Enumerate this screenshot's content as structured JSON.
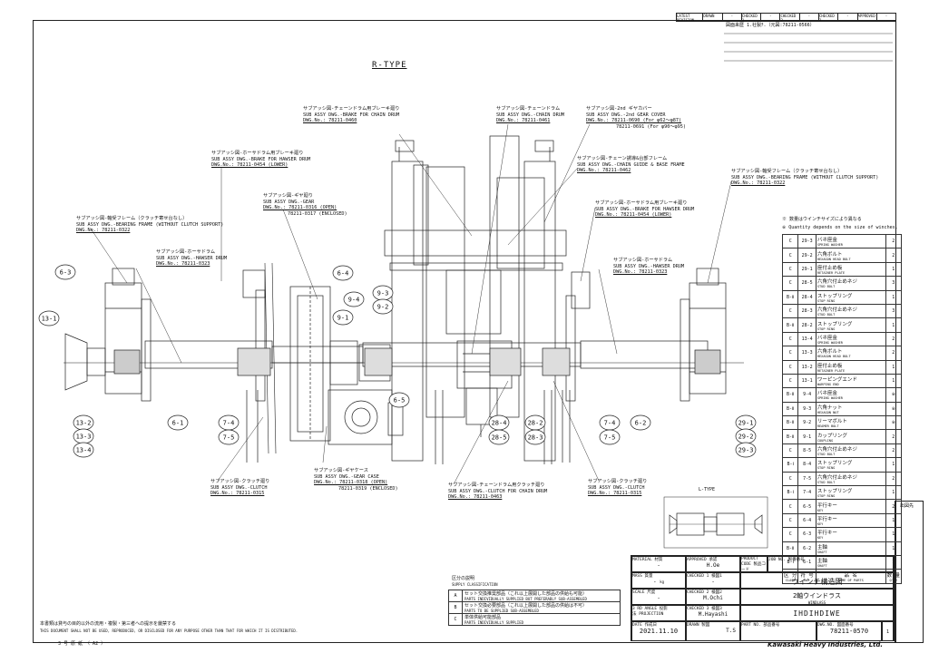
{
  "top_header": {
    "cells": [
      "LATEST REVISION",
      "DRAWN",
      "-",
      "CHECKED 1",
      "-",
      "CHECKED 2",
      "-",
      "CHECKED 3",
      "-",
      "APPROVED",
      "-"
    ]
  },
  "revision_note": "図面来歴 1.社製ﾁ.（元図:78211-0566）",
  "view_title": "R-TYPE",
  "callouts": [
    {
      "jp": "サブアッシ図-チェーンドラム用ブレーキ廻り",
      "en": "SUB ASSY DWG.-BRAKE FOR CHAIN DRUM",
      "dwg": "DWG.No.: 78211-0460"
    },
    {
      "jp": "サブアッシ図-チェーンドラム",
      "en": "SUB ASSY DWG.-CHAIN DRUM",
      "dwg": "DWG.No.: 78211-0461"
    },
    {
      "jp": "サブアッシ図-2nd ギヤカバー",
      "en": "SUB ASSY DWG.-2nd GEAR COVER",
      "dwg": "DWG.No.: 78211-0690 (For φ62～φ87)",
      "dwg2": "78211-0691 (For φ90～φ95)"
    },
    {
      "jp": "サブアッシ図-ホーサドラム用ブレーキ廻り",
      "en": "SUB ASSY DWG.-BRAKE FOR HAWSER DRUM",
      "dwg": "DWG.No.: 78211-0454 (LOWER)"
    },
    {
      "jp": "サブアッシ図-チェーン誘導&台部フレーム",
      "en": "SUB ASSY DWG.-CHAIN GUIDE & BASE FRAME",
      "dwg": "DWG.No.: 78211-0462"
    },
    {
      "jp": "サブアッシ図-軸受フレーム（クラッチ寄せ台なし）",
      "en": "SUB ASSY DWG.-BEARING FRAME (WITHOUT CLUTCH SUPPORT)",
      "dwg": "DWG.No.: 78211-0322"
    },
    {
      "jp": "サブアッシ図-ギヤ廻り",
      "en": "SUB ASSY DWG.-GEAR",
      "dwg": "DWG.No.: 78211-0316 (OPEN)",
      "dwg2": "78211-0317 (ENCLOSED)"
    },
    {
      "jp": "サブアッシ図-ホーサドラム用ブレーキ廻り",
      "en": "SUB ASSY DWG.-BRAKE FOR HAWSER DRUM",
      "dwg": "DWG.No.: 78211-0454 (LOWER)"
    },
    {
      "jp": "サブアッシ図-軸受フレーム（クラッチ寄せ台なし）",
      "en": "SUB ASSY DWG.-BEARING FRAME (WITHOUT CLUTCH SUPPORT)",
      "dwg": "DWG.No.: 78211-0322"
    },
    {
      "jp": "サブアッシ図-ホーサドラム",
      "en": "SUB ASSY DWG.-HAWSER DRUM",
      "dwg": "DWG.No.: 78211-0323"
    },
    {
      "jp": "サブアッシ図-ホーサドラム",
      "en": "SUB ASSY DWG.-HAWSER DRUM",
      "dwg": "DWG.No.: 78211-0323"
    },
    {
      "jp": "サブアッシ図-ギヤケース",
      "en": "SUB ASSY DWG.-GEAR CASE",
      "dwg": "DWG.No.: 78211-0318 (OPEN)",
      "dwg2": "78211-0319 (ENCLOSED)"
    },
    {
      "jp": "サブアッシ図-クラッチ廻り",
      "en": "SUB ASSY DWG.-CLUTCH",
      "dwg": "DWG.No.: 78211-0315"
    },
    {
      "jp": "サブアッシ図-チェーンドラム用クラッチ廻り",
      "en": "SUB ASSY DWG.-CLUTCH FOR CHAIN DRUM",
      "dwg": "DWG.No.: 78211-0463"
    },
    {
      "jp": "サブアッシ図-クラッチ廻り",
      "en": "SUB ASSY DWG.-CLUTCH",
      "dwg": "DWG.No.: 78211-0315"
    }
  ],
  "balloons": [
    "6-3",
    "13-1",
    "6-4",
    "9-4",
    "9-3",
    "9-2",
    "9-1",
    "6-5",
    "13-2",
    "13-3",
    "13-4",
    "6-1",
    "7-4",
    "7-5",
    "28-4",
    "28-5",
    "28-2",
    "28-3",
    "7-4",
    "7-5",
    "6-2",
    "29-1",
    "29-2",
    "29-3"
  ],
  "quantity_note": {
    "jp": "※ 数量はウインチサイズにより異なる",
    "en": "※ Quantity depends on the size of winches."
  },
  "parts": [
    {
      "cls": "C",
      "no": "29-3",
      "jp": "バネ座金",
      "en": "SPRING WASHER",
      "qty": "2"
    },
    {
      "cls": "C",
      "no": "29-2",
      "jp": "六角ボルト",
      "en": "HEXAGON HEAD BOLT",
      "qty": "2"
    },
    {
      "cls": "C",
      "no": "29-1",
      "jp": "座付止め板",
      "en": "RETAINER PLATE",
      "qty": "1"
    },
    {
      "cls": "C",
      "no": "28-5",
      "jp": "六角穴付止めネジ",
      "en": "STUD BOLT",
      "qty": "3"
    },
    {
      "cls": "B-Ⅱ",
      "no": "28-4",
      "jp": "ストップリング",
      "en": "STOP RING",
      "qty": "1"
    },
    {
      "cls": "C",
      "no": "28-3",
      "jp": "六角穴付止めネジ",
      "en": "STUD BOLT",
      "qty": "3"
    },
    {
      "cls": "B-Ⅱ",
      "no": "28-2",
      "jp": "ストップリング",
      "en": "STOP RING",
      "qty": "1"
    },
    {
      "cls": "C",
      "no": "13-4",
      "jp": "バネ座金",
      "en": "SPRING WASHER",
      "qty": "2"
    },
    {
      "cls": "C",
      "no": "13-3",
      "jp": "六角ボルト",
      "en": "HEXAGON HEAD BOLT",
      "qty": "2"
    },
    {
      "cls": "C",
      "no": "13-2",
      "jp": "座付止め板",
      "en": "RETAINER PLATE",
      "qty": "1"
    },
    {
      "cls": "C",
      "no": "13-1",
      "jp": "ワーピングエンド",
      "en": "WARPING END",
      "qty": "1"
    },
    {
      "cls": "B-Ⅱ",
      "no": "9-4",
      "jp": "バネ座金",
      "en": "SPRING WASHER",
      "qty": "※"
    },
    {
      "cls": "B-Ⅱ",
      "no": "9-3",
      "jp": "六角ナット",
      "en": "HEXAGON NUT",
      "qty": "※"
    },
    {
      "cls": "B-Ⅱ",
      "no": "9-2",
      "jp": "リーマボルト",
      "en": "REAMER BOLT",
      "qty": "※"
    },
    {
      "cls": "B-Ⅱ",
      "no": "9-1",
      "jp": "カップリング",
      "en": "COUPLING",
      "qty": "2"
    },
    {
      "cls": "C",
      "no": "8-5",
      "jp": "六角穴付止めネジ",
      "en": "STUD BOLT",
      "qty": "2"
    },
    {
      "cls": "B-Ⅰ",
      "no": "8-4",
      "jp": "ストップリング",
      "en": "STOP RING",
      "qty": "1"
    },
    {
      "cls": "C",
      "no": "7-5",
      "jp": "六角穴付止めネジ",
      "en": "STUD BOLT",
      "qty": "2"
    },
    {
      "cls": "B-Ⅰ",
      "no": "7-4",
      "jp": "ストップリング",
      "en": "STOP RING",
      "qty": "1"
    },
    {
      "cls": "C",
      "no": "6-5",
      "jp": "平行キー",
      "en": "KEY",
      "qty": "2"
    },
    {
      "cls": "C",
      "no": "6-4",
      "jp": "平行キー",
      "en": "KEY",
      "qty": "1"
    },
    {
      "cls": "C",
      "no": "6-3",
      "jp": "平行キー",
      "en": "KEY",
      "qty": "1"
    },
    {
      "cls": "B-Ⅱ",
      "no": "6-2",
      "jp": "主軸",
      "en": "SHAFT",
      "qty": "1"
    },
    {
      "cls": "B-Ⅰ",
      "no": "6-1",
      "jp": "主軸",
      "en": "SHAFT",
      "qty": "1"
    }
  ],
  "parts_header": {
    "cls_jp": "区 分",
    "cls_en": "CLASS",
    "no_jp": "符 号",
    "no_en": "No.",
    "name_jp": "品 名",
    "name_en": "NAME OF PARTS",
    "qty_jp": "数 量",
    "qty_en": "Q'TY"
  },
  "l_type": "L-TYPE",
  "classification": {
    "title_jp": "区分の説明",
    "title_en": "SUPPLY CLASSIFICATION",
    "rows": [
      {
        "code": "A",
        "jp": "セット交換推奨部品（これ以上展開した部品の供給も可能）",
        "en": "PARTS INDIVIDUALLY SUPPLIED BUT PREFERABLY SUB-ASSEMBLED"
      },
      {
        "code": "B",
        "jp": "セット交換必要部品（これ以上展開した部品の供給は不可）",
        "en": "PARTS TO BE SUPPLIED SUB-ASSEMBLED"
      },
      {
        "code": "C",
        "jp": "単体供給可能部品",
        "en": "PARTS INDIVIDUALLY SUPPLIED"
      }
    ]
  },
  "title_block": {
    "material_label": "MATERIAL 材質",
    "material": "-",
    "mass_label": "MASS 質量",
    "mass": "-",
    "mass_unit": "kg",
    "scale_label": "SCALE 尺度",
    "scale": "-",
    "projection_label": "3 RD ANGLE 投影法 PROJECTION",
    "date_label": "DATE 作成日",
    "date": "2021.11.10",
    "approved_label": "APPROVED 承認",
    "approved": "H.Oe",
    "checked1_label": "CHECKED 1 検図1",
    "checked1": "-",
    "checked2_label": "CHECKED 2 検図2",
    "checked2": "M.Ochi",
    "checked3_label": "CHECKED 3 検図3",
    "checked3": "M.Hayashi",
    "drawn_label": "DRAWN 製図",
    "drawn": "T.S",
    "product_code_label": "PRODUCT CODE 製品コード",
    "job_no_label": "JOB NO. 製番番号",
    "title": "ウインチ構造図",
    "subtitle_jp": "2軸ウインドラス",
    "subtitle_en": "WINDLASS",
    "model": "IHDIHDIWE",
    "part_no_label": "PART NO. 部品番号",
    "dwg_no_label": "DWG.NO. 図面番号",
    "dwg_no": "78211-0570",
    "company": "Kawasaki Heavy Industries, Ltd.",
    "page": "1"
  },
  "confidential": {
    "jp": "本書類は貸与の目的以外の流用・複製・第三者への提示を厳禁する",
    "en": "THIS DOCUMENT SHALL NOT BE USED, REPRODUCED, OR DISCLOSED FOR ANY PURPOSE OTHER THAN THAT FOR WHICH IT IS DISTRIBUTED."
  },
  "paper_size": "3 号 原 紙 （ A2 ）",
  "side_label": "出図先"
}
